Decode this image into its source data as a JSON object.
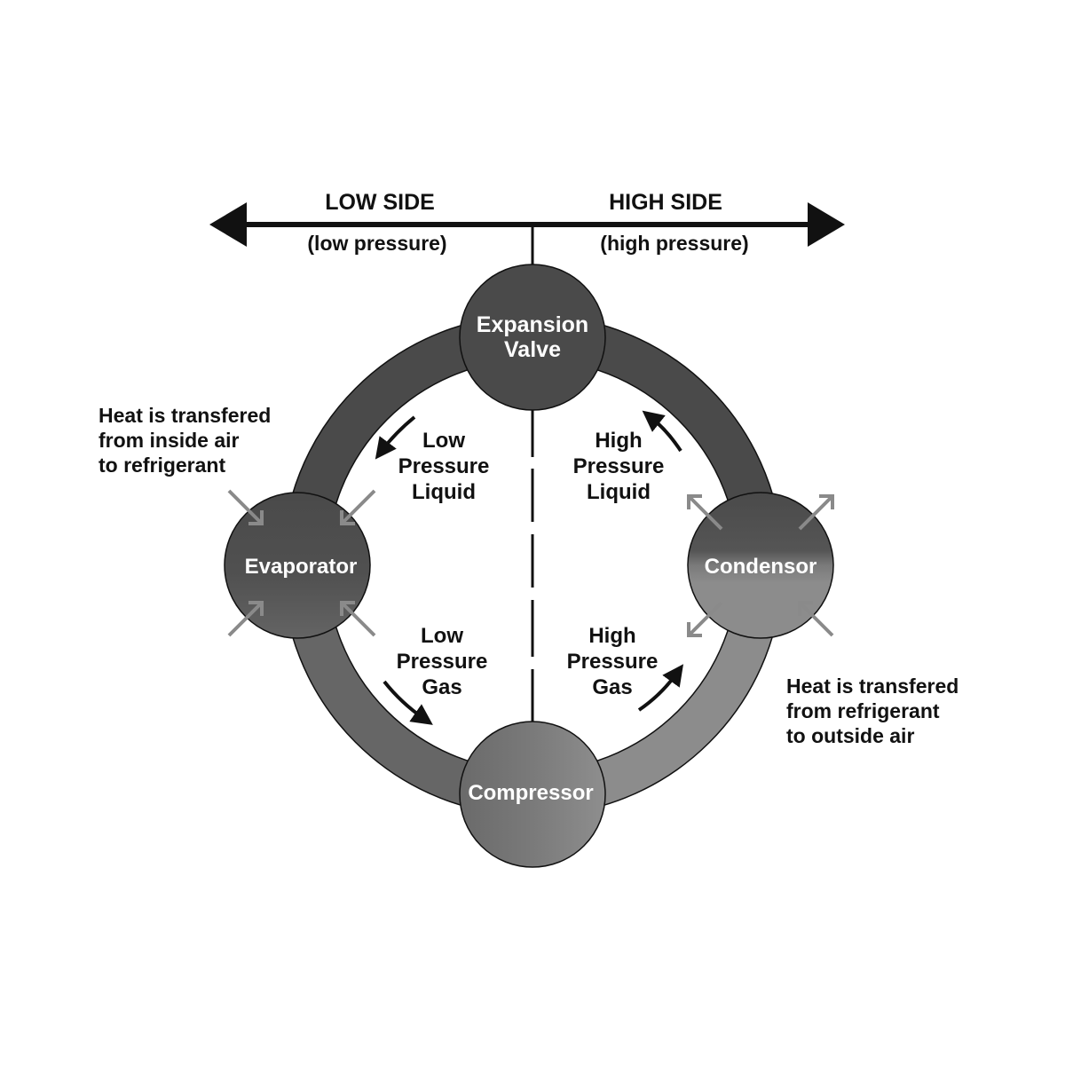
{
  "header": {
    "low_side": "LOW SIDE",
    "low_side_sub": "(low pressure)",
    "high_side": "HIGH SIDE",
    "high_side_sub": "(high pressure)"
  },
  "components": {
    "expansion_valve": [
      "Expansion",
      "Valve"
    ],
    "evaporator": "Evaporator",
    "condensor": "Condensor",
    "compressor": "Compressor"
  },
  "states": {
    "low_liquid": [
      "Low",
      "Pressure",
      "Liquid"
    ],
    "high_liquid": [
      "High",
      "Pressure",
      "Liquid"
    ],
    "low_gas": [
      "Low",
      "Pressure",
      "Gas"
    ],
    "high_gas": [
      "High",
      "Pressure",
      "Gas"
    ]
  },
  "notes": {
    "inside": [
      "Heat is transfered",
      "from inside air",
      "to refrigerant"
    ],
    "outside": [
      "Heat is transfered",
      "from refrigerant",
      "to outside air"
    ]
  },
  "colors": {
    "ring_top": "#4a4a4a",
    "ring_bottom_left": "#666666",
    "ring_bottom_right": "#8c8c8c",
    "heat_arrow": "#8a8a8a",
    "text": "#111111"
  }
}
